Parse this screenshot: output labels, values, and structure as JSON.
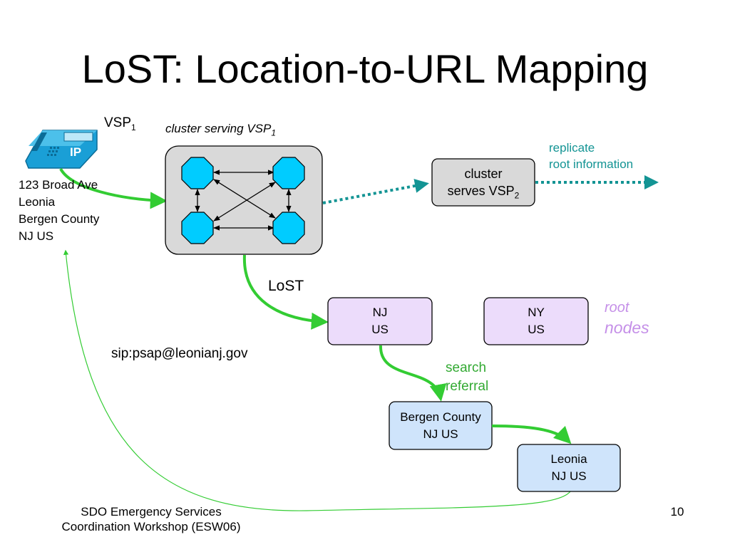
{
  "slide": {
    "title": "LoST: Location-to-URL Mapping",
    "page_number": "10",
    "footer": {
      "line1": "SDO Emergency Services",
      "line2": "Coordination Workshop (ESW06)"
    }
  },
  "phone": {
    "icon": "ip-phone-icon",
    "badge": "IP",
    "label": {
      "base": "VSP",
      "sub": "1"
    },
    "address": [
      "123 Broad Ave",
      "Leonia",
      "Bergen County",
      "NJ US"
    ]
  },
  "cluster_vsp1": {
    "caption": {
      "base": "cluster serving VSP",
      "sub": "1"
    },
    "node_count": 4
  },
  "cluster_vsp2": {
    "line1": "cluster",
    "line2": {
      "base": "serves VSP",
      "sub": "2"
    }
  },
  "replicate_label": [
    "replicate",
    "root information"
  ],
  "lost_label": "LoST",
  "root_nodes": {
    "label": [
      "root",
      "nodes"
    ],
    "nj": [
      "NJ",
      "US"
    ],
    "ny": [
      "NY",
      "US"
    ]
  },
  "search_referral_label": [
    "search",
    "referral"
  ],
  "bergen_box": [
    "Bergen County",
    "NJ US"
  ],
  "leonia_box": [
    "Leonia",
    "NJ US"
  ],
  "sip_uri": "sip:psap@leonianj.gov",
  "colors": {
    "green_arrow": "#33cc33",
    "teal_dotted": "#139494",
    "node_fill": "#00ccff",
    "cluster_fill": "#d9d9d9",
    "root_fill": "#ecdcfb",
    "region_fill": "#cfe4fb",
    "root_label": "#c590e8"
  }
}
